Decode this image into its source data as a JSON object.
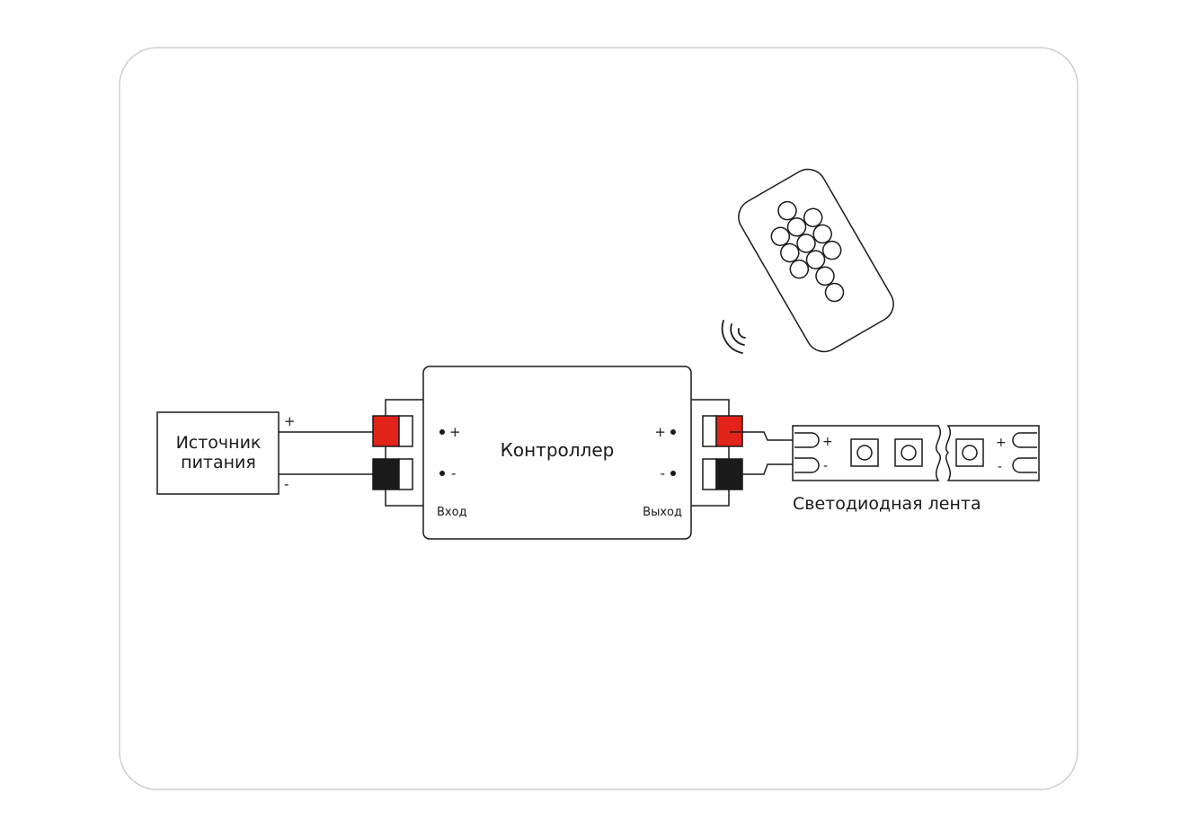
{
  "labels": {
    "power_source_line1": "Источник",
    "power_source_line2": "питания",
    "source_plus": "+",
    "source_minus": "-",
    "controller": "Контроллер",
    "input_plus": "+",
    "input_minus": "-",
    "output_plus": "+",
    "output_minus": "-",
    "input": "Вход",
    "output": "Выход",
    "strip_plus_left": "+",
    "strip_minus_left": "-",
    "strip_plus_right": "+",
    "strip_minus_right": "-",
    "led_strip": "Светодиодная лента"
  },
  "colors": {
    "line": "#1a1a1a",
    "positive_terminal": "#e2231a",
    "negative_terminal": "#1a1a1a",
    "frame": "#cfcfcf",
    "background": "#ffffff"
  },
  "icons": {
    "remote": "remote-control-icon",
    "signal": "wireless-signal-icon"
  }
}
